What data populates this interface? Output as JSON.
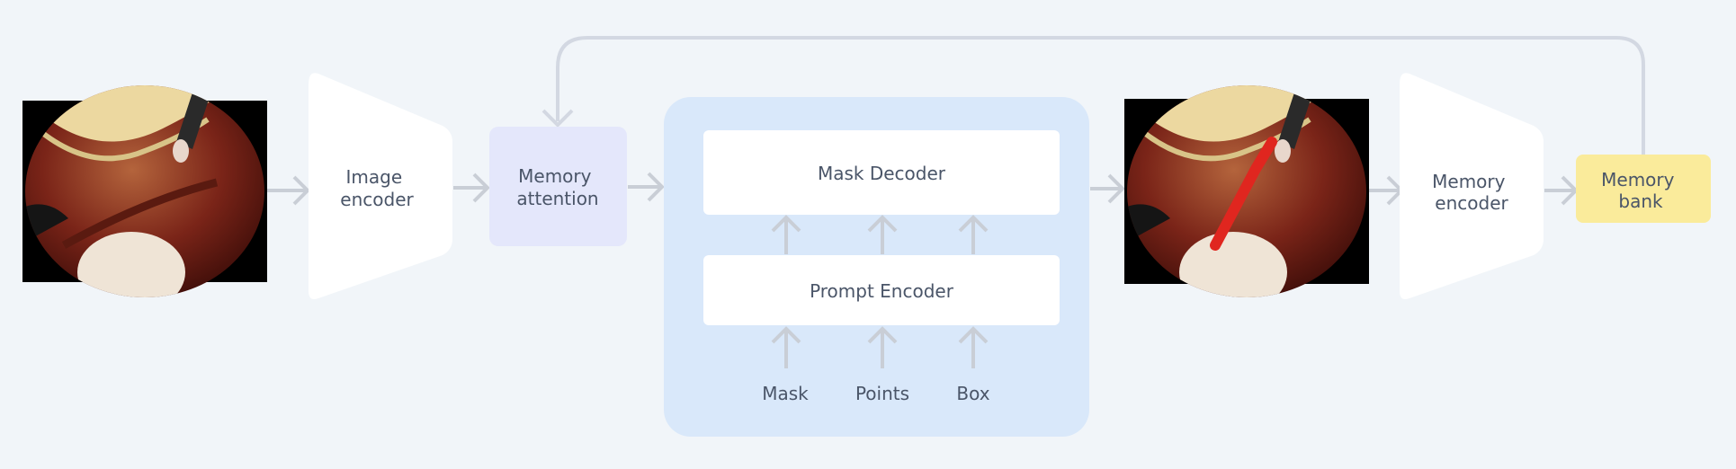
{
  "colors": {
    "background": "#f1f5f9",
    "arrow": "#c9ced6",
    "feedback_line": "#d3d8e2",
    "white_block": "#ffffff",
    "memory_attention_fill": "#e4e7fb",
    "sam_panel_fill": "#d9e8fa",
    "memory_bank_fill": "#faeb9b",
    "label_text": "#4a5568",
    "mask_overlay": "#e0261f"
  },
  "blocks": {
    "image_encoder": [
      "Image",
      "encoder"
    ],
    "memory_attention": [
      "Memory",
      "attention"
    ],
    "mask_decoder": "Mask Decoder",
    "prompt_encoder": "Prompt Encoder",
    "memory_encoder": [
      "Memory",
      "encoder"
    ],
    "memory_bank": [
      "Memory",
      "bank"
    ]
  },
  "prompts": [
    "Mask",
    "Points",
    "Box"
  ],
  "images": {
    "input_frame": "surgical-frame-icon",
    "output_frame": "surgical-frame-with-mask-icon"
  }
}
